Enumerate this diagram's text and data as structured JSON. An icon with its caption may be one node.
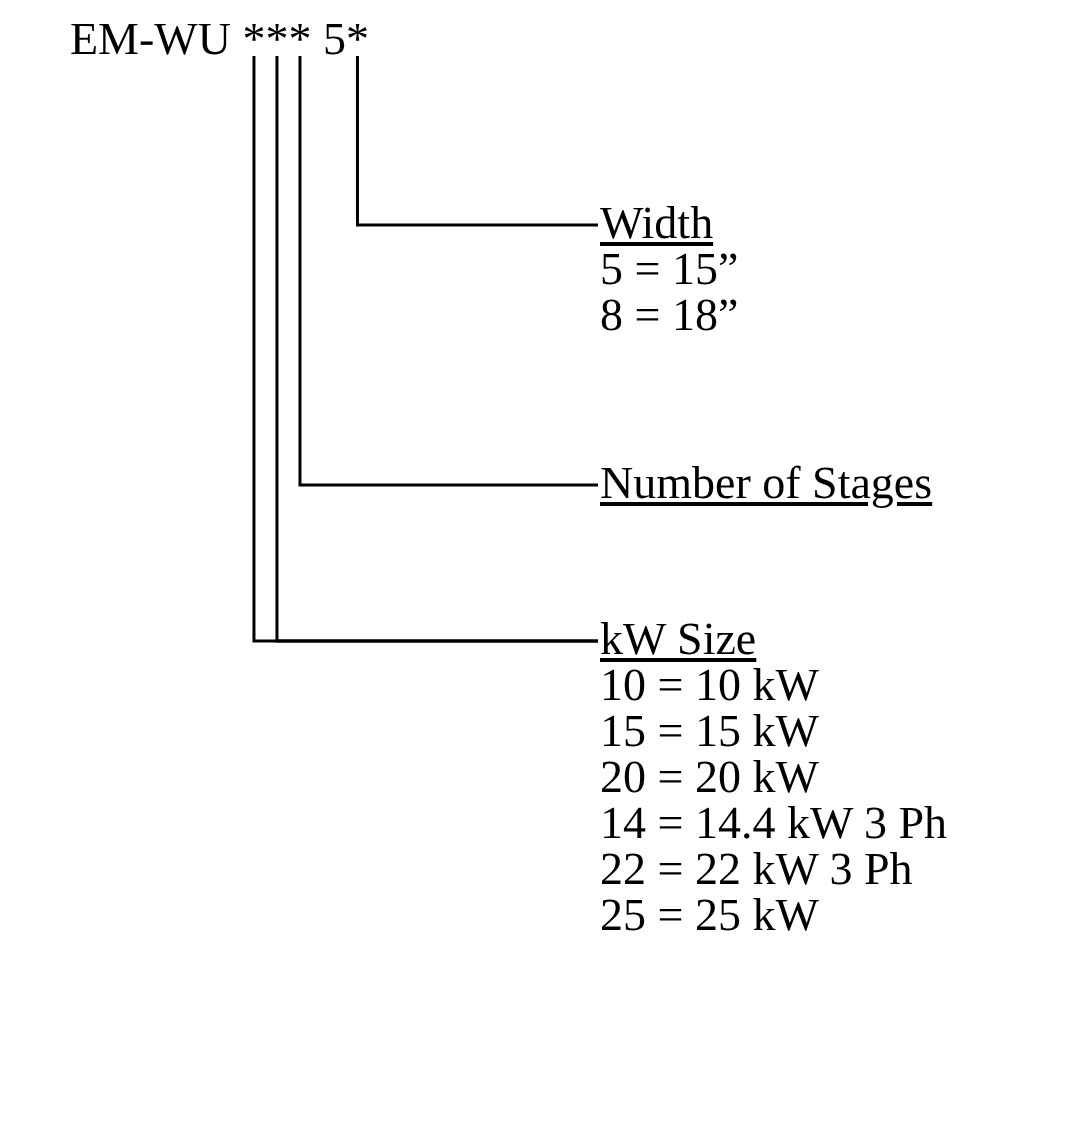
{
  "diagram": {
    "nodes": [
      {
        "text": [
          "*"
        ]
      },
      {
        "text": [
          "*"
        ]
      },
      {
        "text": [
          "*"
        ]
      },
      {
        "text": [
          "*"
        ]
      },
      {
        "text": [
          "Width",
          "5 = 15”",
          "8 = 18”"
        ]
      },
      {
        "text": [
          "Number of Stages"
        ]
      },
      {
        "text": [
          "kW Size",
          "10 = 10 kW",
          "15 = 15 kW",
          "20 = 20 kW",
          "14 = 14.4 kW 3 Ph",
          "22 = 22 kW 3 Ph",
          "25 = 25 kW"
        ]
      }
    ],
    "edges": [
      {
        "from": 3,
        "to": 4,
        "arrow": "none"
      },
      {
        "from": 2,
        "to": 5,
        "arrow": "none"
      },
      {
        "from": 0,
        "to": 6,
        "arrow": "none"
      },
      {
        "from": 1,
        "to": 6,
        "arrow": "none"
      }
    ],
    "labels": [
      "EM-WU",
      "5"
    ]
  }
}
